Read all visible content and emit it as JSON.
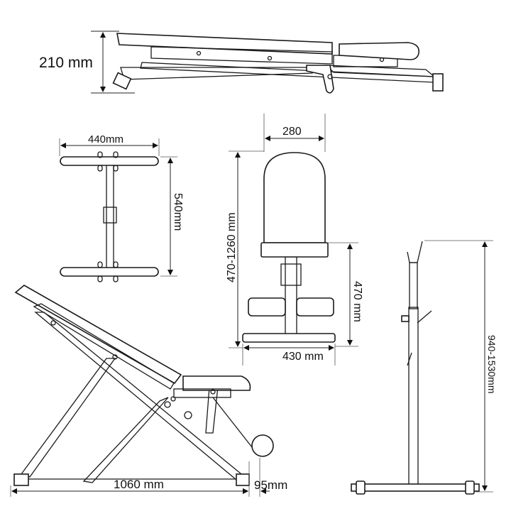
{
  "title": "Adjustable bench dimensions",
  "colors": {
    "line": "#1a1a1a",
    "background": "#ffffff"
  },
  "views": {
    "folded_side": {
      "height_label": "210 mm"
    },
    "top": {
      "width_label": "440mm",
      "length_label": "540mm"
    },
    "front": {
      "pad_width_label": "280",
      "total_height_label": "470-1260 mm",
      "seat_height_label": "470 mm",
      "base_width_label": "430 mm"
    },
    "incline_side": {
      "length_label": "1060 mm",
      "offset_label": "95mm"
    },
    "stand": {
      "height_label": "940-1530mm"
    }
  }
}
